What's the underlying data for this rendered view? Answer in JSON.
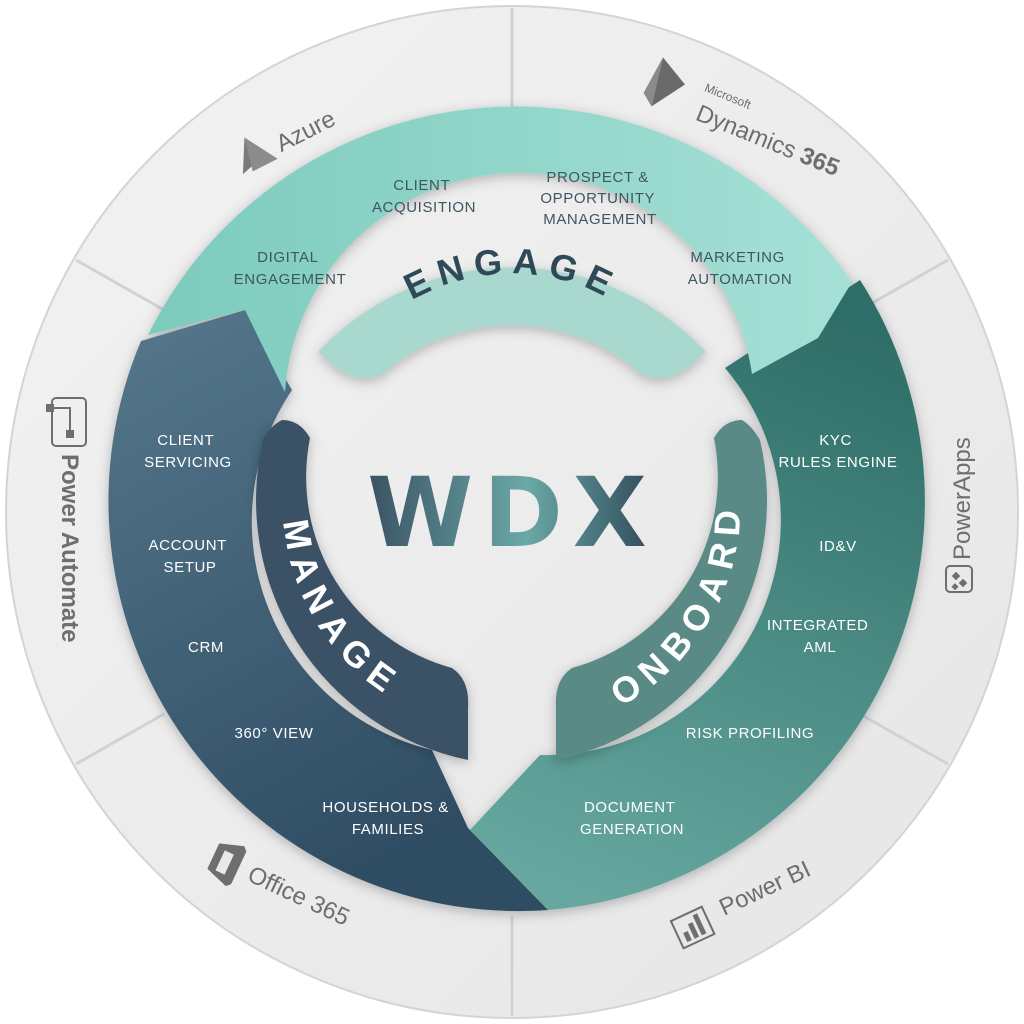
{
  "logo": {
    "text": "WDX"
  },
  "phases": {
    "engage": {
      "label": "ENGAGE",
      "color": "#8fd1c4",
      "items": [
        {
          "lines": [
            "DIGITAL",
            "ENGAGEMENT"
          ]
        },
        {
          "lines": [
            "CLIENT",
            "ACQUISITION"
          ]
        },
        {
          "lines": [
            "PROSPECT &",
            "OPPORTUNITY",
            "MANAGEMENT"
          ]
        },
        {
          "lines": [
            "MARKETING",
            "AUTOMATION"
          ]
        }
      ]
    },
    "onboard": {
      "label": "ONBOARD",
      "color": "#3e8a80",
      "items": [
        {
          "lines": [
            "KYC",
            "RULES ENGINE"
          ]
        },
        {
          "lines": [
            "ID&V"
          ]
        },
        {
          "lines": [
            "INTEGRATED",
            "AML"
          ]
        },
        {
          "lines": [
            "RISK PROFILING"
          ]
        },
        {
          "lines": [
            "DOCUMENT",
            "GENERATION"
          ]
        }
      ]
    },
    "manage": {
      "label": "MANAGE",
      "color": "#3b5b71",
      "items": [
        {
          "lines": [
            "CLIENT",
            "SERVICING"
          ]
        },
        {
          "lines": [
            "ACCOUNT",
            "SETUP"
          ]
        },
        {
          "lines": [
            "CRM"
          ]
        },
        {
          "lines": [
            "360° VIEW"
          ]
        },
        {
          "lines": [
            "HOUSEHOLDS &",
            "FAMILIES"
          ]
        }
      ]
    }
  },
  "platforms": {
    "azure": {
      "label": "Azure",
      "icon": "azure-icon"
    },
    "dynamics": {
      "label_small": "Microsoft",
      "label": "Dynamics",
      "label_num": "365",
      "icon": "dynamics-365-icon"
    },
    "powerapps": {
      "label": "PowerApps",
      "icon": "powerapps-icon"
    },
    "powerbi": {
      "label": "Power BI",
      "icon": "power-bi-icon"
    },
    "office365": {
      "label": "Office",
      "label_num": "365",
      "icon": "office-365-icon"
    },
    "powerautomate": {
      "label": "Power Automate",
      "icon": "power-automate-icon"
    }
  }
}
